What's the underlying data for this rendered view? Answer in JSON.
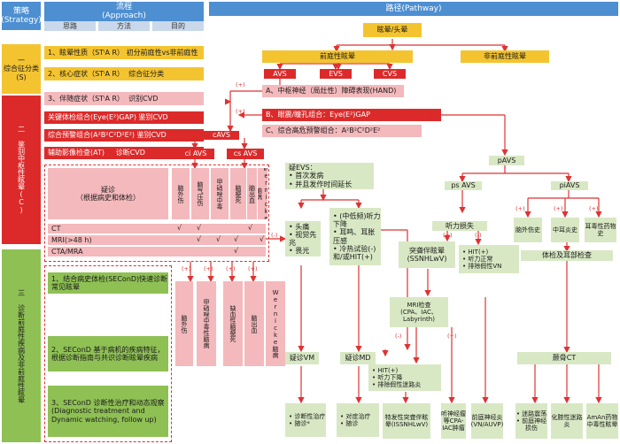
{
  "header": {
    "strategy": "策略\n(Strategy)",
    "process": "流程\n(Approach)",
    "path": "路径(Pathway)",
    "sub": [
      "思路",
      "方法",
      "目的"
    ]
  },
  "left_bands": {
    "one": "一\n综合征分类(S)",
    "two": "二\n鉴别中枢性眩晕(C)",
    "three": "三\n诊断前庭性疾病及非前庭性眩晕"
  },
  "steps": [
    {
      "text": "1、眩晕性质（STⁱA R）",
      "goal": "初分前庭性vs非前庭性"
    },
    {
      "text": "2、核心症状（STⁱA R）",
      "goal": "综合征分类"
    },
    {
      "text": "3、伴随症状（STⁱA R）",
      "goal": "识别CVD"
    }
  ],
  "checks": [
    {
      "text": "关键体检组合(Eye(E²)GAP)",
      "goal": "鉴别CVD"
    },
    {
      "text": "综合预警组合(A²B²C²D²E²)",
      "goal": "鉴别CVD"
    },
    {
      "text": "辅助影像检查(AT)",
      "goal": "诊断CVD"
    }
  ],
  "top": {
    "root": "眩晕/头晕",
    "vestibular": "前庭性眩晕",
    "nonvestibular": "非前庭性眩晕",
    "avs": "AVS",
    "evs": "EVS",
    "cvs": "CVS",
    "a": "A、中枢神经（局灶性）障碍表现(HAND)",
    "b": "B、眼震/瞳孔组合：Eye(E²)GAP",
    "c": "C、综合高危预警组合：A²B²C²D²E²",
    "cavs": "cAVS",
    "ciavs": "ci AVS",
    "csavs": "cs AVS",
    "pavs": "pAVS",
    "psavs": "ps AVS",
    "piavs": "piAVS"
  },
  "suspect": {
    "label": "疑诊\n（根据病史和体检）",
    "cols": [
      "脑外伤",
      "脑气压伤",
      "甲硝唑中毒",
      "脑梗死",
      "脑出血",
      "Wernicke脑病"
    ],
    "rows": [
      "CT",
      "MRI(>48 h)",
      "CTA/MRA"
    ],
    "mark": "√"
  },
  "confirm_cols": [
    "脑外伤",
    "甲硝唑中毒性脑病",
    "缺血性脑梗死",
    "脑出血",
    "Wernicke脑病"
  ],
  "section3": [
    "1、结合病史体检(SEConD)快速诊断常见眩晕",
    "2、SEConD   基于病机的疾病特征，根据诊断指南与共识诊断眩晕疾病",
    "3、SEConD   诊断性治疗和动态观察(Diagnostic treatment and Dynamic watching, follow up)"
  ],
  "evs": {
    "title": "疑EVS：\n• 首次发病\n• 并且发作时间延长",
    "left": "• 头痛\n• 视觉先兆\n• 畏光",
    "mid": "• (中低频)听力下降\n• 耳鸣、耳胀压感\n• 冷热试验(-)和/或HIT(+)",
    "vm": "疑诊VM",
    "md": "疑诊MD",
    "vm_out": "• 诊断性治疗\n• 随诊*",
    "md_out": "• 对症治疗\n• 随诊"
  },
  "pavs": {
    "hearing": "听力损失",
    "sshnl": "突聋伴眩晕(SSNHLwV)",
    "hit": "• HIT(+)\n• 听力正常\n• 排除假性VN",
    "mri": "MRI检查\n(CPA、IAC、Labyrinth)",
    "hit2": "• HIT(+)\n• 听力下降\n• 排除假性迷路炎",
    "sudden": "特发性突聋伴眩晕(ISSNHLwV)",
    "tumor": "听神经瘤等CPA-IAC肿瘤",
    "vn": "前庭神经炎(VN/AUVP)",
    "brain": "脑外伤史",
    "mid_ear": "中耳炎史",
    "ototox": "耳毒性药物史",
    "exam": "体检及耳部检查",
    "ct": "颞骨CT",
    "labyr": "迷路震荡",
    "fistula": "化脓性迷路炎",
    "aman": "AmAn药物中毒性眩晕",
    "canal": "• 迷路震荡\n• 前庭神经损伤"
  },
  "signs": {
    "plus": "(+)",
    "minus": "(-)"
  }
}
